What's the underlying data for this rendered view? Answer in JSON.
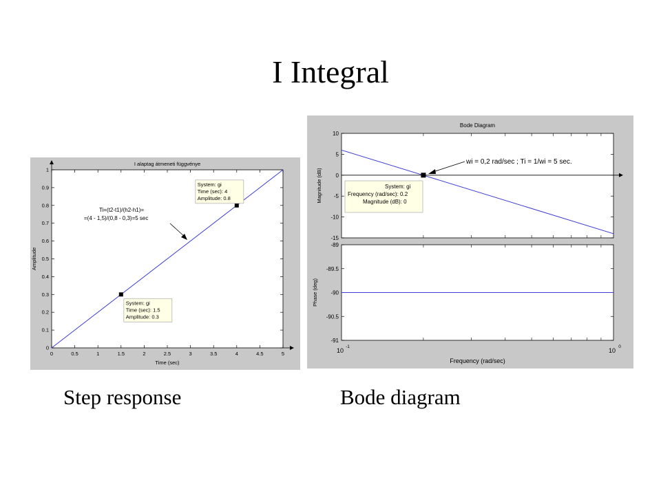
{
  "slide": {
    "title": "I Integral",
    "captions": {
      "step": "Step response",
      "bode": "Bode diagram"
    }
  },
  "chart_data": [
    {
      "type": "line",
      "title": "I alaptag átmeneti függvénye",
      "xlabel": "Time (sec)",
      "ylabel": "Amplitude",
      "xlim": [
        0,
        5
      ],
      "ylim": [
        0,
        1
      ],
      "xticks": [
        "0",
        "0.5",
        "1",
        "1.5",
        "2",
        "2.5",
        "3",
        "3.5",
        "4",
        "4.5",
        "5"
      ],
      "yticks": [
        "0",
        "0.1",
        "0.2",
        "0.3",
        "0.4",
        "0.5",
        "0.6",
        "0.7",
        "0.8",
        "0.9",
        "1"
      ],
      "series": [
        {
          "x": [
            0,
            5
          ],
          "y": [
            0,
            1
          ]
        }
      ],
      "markers": [
        {
          "x": 1.5,
          "y": 0.3
        },
        {
          "x": 4,
          "y": 0.8
        }
      ],
      "datatips": [
        {
          "lines": [
            "System: gi",
            "Time (sec): 1.5",
            "Amplitude: 0.3"
          ]
        },
        {
          "lines": [
            "System: gi",
            "Time (sec): 4",
            "Amplitude: 0.8"
          ]
        }
      ],
      "annotation": {
        "lines": [
          "Ti=(t2-t1)/(h2-h1)=",
          "=(4 - 1,5)/(0,8 - 0,3)=5 sec"
        ]
      }
    },
    {
      "type": "line",
      "title": "Bode Diagram",
      "xlabel": "Frequency  (rad/sec)",
      "xscale": "log",
      "xlim": [
        0.1,
        1
      ],
      "xticks": [
        "10",
        "10"
      ],
      "xtick_exponents": [
        "-1",
        "0"
      ],
      "magnitude": {
        "ylabel": "Magnitude (dB)",
        "ylim": [
          -15,
          10
        ],
        "yticks": [
          "10",
          "5",
          "0",
          "-5",
          "-10",
          "-15"
        ],
        "series": [
          {
            "x": [
              0.1,
              1
            ],
            "y": [
              6,
              -14
            ]
          }
        ],
        "marker": {
          "x": 0.2,
          "y": 0
        },
        "datatip": {
          "lines": [
            "System: gi",
            "Frequency (rad/sec): 0.2",
            "Magnitude (dB): 0"
          ]
        },
        "annotation": "wi = 0,2 rad/sec ; Ti = 1/wi = 5 sec."
      },
      "phase": {
        "ylabel": "Phase (deg)",
        "ylim": [
          -91,
          -89
        ],
        "yticks": [
          "-89",
          "-89.5",
          "-90",
          "-90.5",
          "-91"
        ],
        "series": [
          {
            "x": [
              0.1,
              1
            ],
            "y": [
              -90,
              -90
            ]
          }
        ]
      }
    }
  ]
}
